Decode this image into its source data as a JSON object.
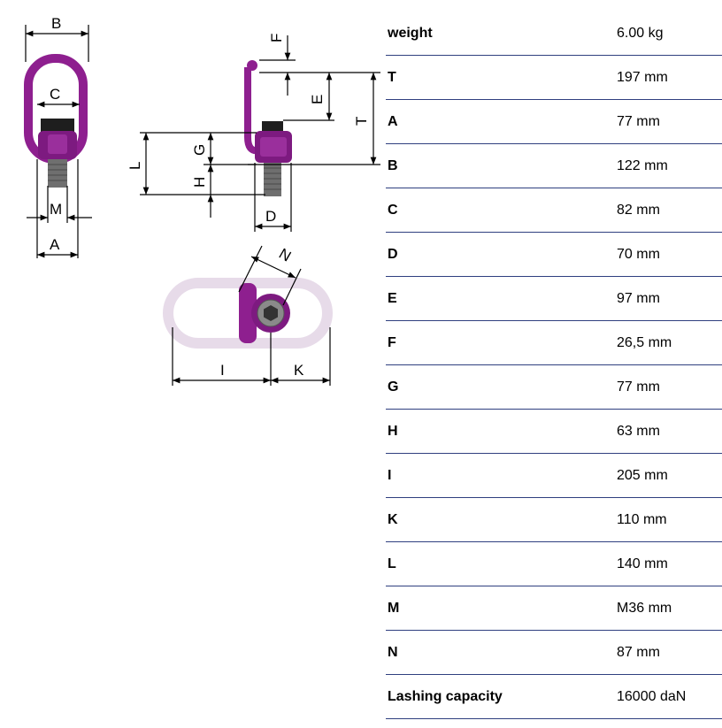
{
  "dimension_labels": {
    "B": "B",
    "C": "C",
    "M": "M",
    "A": "A",
    "F": "F",
    "E": "E",
    "T": "T",
    "L": "L",
    "G": "G",
    "H": "H",
    "D": "D",
    "N": "N",
    "I": "I",
    "K": "K"
  },
  "specs": [
    {
      "name": "weight",
      "value": "6.00 kg"
    },
    {
      "name": "T",
      "value": "197 mm"
    },
    {
      "name": "A",
      "value": "77 mm"
    },
    {
      "name": "B",
      "value": "122 mm"
    },
    {
      "name": "C",
      "value": "82 mm"
    },
    {
      "name": "D",
      "value": "70 mm"
    },
    {
      "name": "E",
      "value": "97 mm"
    },
    {
      "name": "F",
      "value": "26,5 mm"
    },
    {
      "name": "G",
      "value": "77 mm"
    },
    {
      "name": "H",
      "value": "63 mm"
    },
    {
      "name": "I",
      "value": "205 mm"
    },
    {
      "name": "K",
      "value": "110 mm"
    },
    {
      "name": "L",
      "value": "140 mm"
    },
    {
      "name": "M",
      "value": "M36 mm"
    },
    {
      "name": "N",
      "value": "87 mm"
    },
    {
      "name": "Lashing capacity",
      "value": "16000 daN"
    }
  ],
  "colors": {
    "product": "#8e1f8f",
    "product_dark": "#5e0f63",
    "bolt": "#6f6f6f",
    "ghost_ring": "#e7dbe9",
    "table_rule": "#2f3f7f"
  }
}
